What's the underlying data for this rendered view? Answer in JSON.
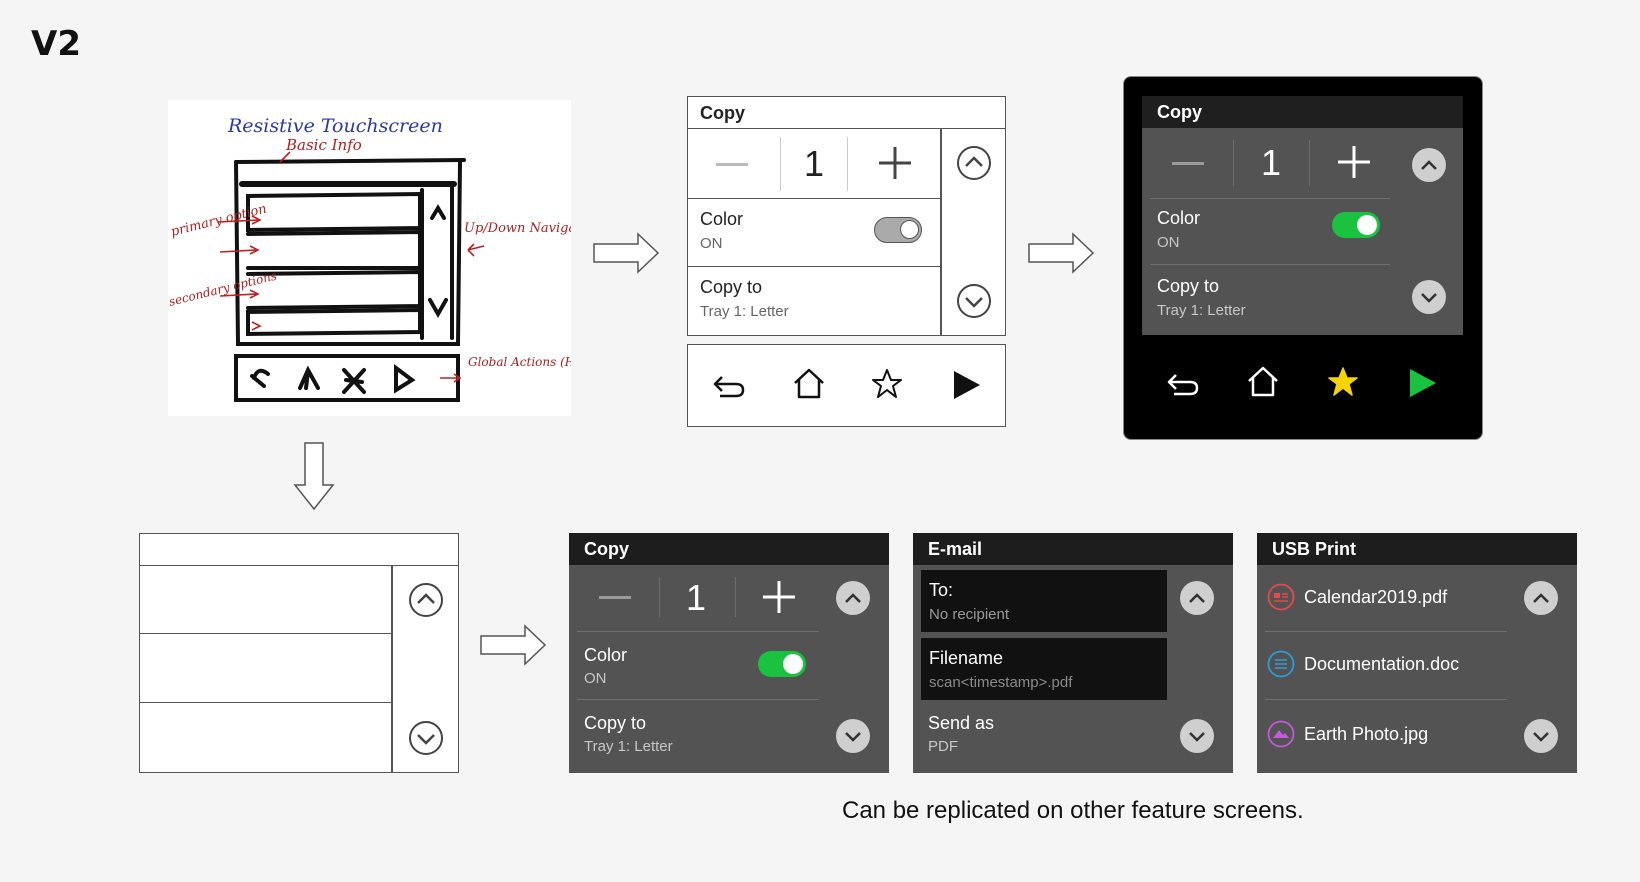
{
  "page": {
    "title": "V2",
    "caption": "Can be replicated on other feature screens."
  },
  "sketch": {
    "title": "Resistive Touchscreen",
    "basic_info": "Basic Info",
    "primary_option": "primary option",
    "secondary_options": "secondary options",
    "updown_nav": "Up/Down Navigation Arrows",
    "global_actions": "Global Actions (Hard button)"
  },
  "wireframe_light": {
    "header": "Copy",
    "count": "1",
    "color_label": "Color",
    "color_value": "ON",
    "copyto_label": "Copy to",
    "copyto_value": "Tray 1: Letter"
  },
  "device_dark": {
    "header": "Copy",
    "count": "1",
    "color_label": "Color",
    "color_value": "ON",
    "copyto_label": "Copy to",
    "copyto_value": "Tray 1: Letter"
  },
  "panel_copy": {
    "header": "Copy",
    "count": "1",
    "color_label": "Color",
    "color_value": "ON",
    "copyto_label": "Copy to",
    "copyto_value": "Tray 1: Letter"
  },
  "panel_email": {
    "header": "E-mail",
    "to_label": "To:",
    "to_value": "No recipient",
    "filename_label": "Filename",
    "filename_value": "scan<timestamp>.pdf",
    "sendas_label": "Send as",
    "sendas_value": "PDF"
  },
  "panel_usb": {
    "header": "USB Print",
    "files": [
      "Calendar2019.pdf",
      "Documentation.doc",
      "Earth Photo.jpg"
    ]
  },
  "colors": {
    "accent_green": "#19c33f",
    "star_yellow": "#f5d400",
    "pdf_red": "#e34b4b",
    "doc_blue": "#2f9bd8",
    "img_purple": "#c35ad8"
  }
}
